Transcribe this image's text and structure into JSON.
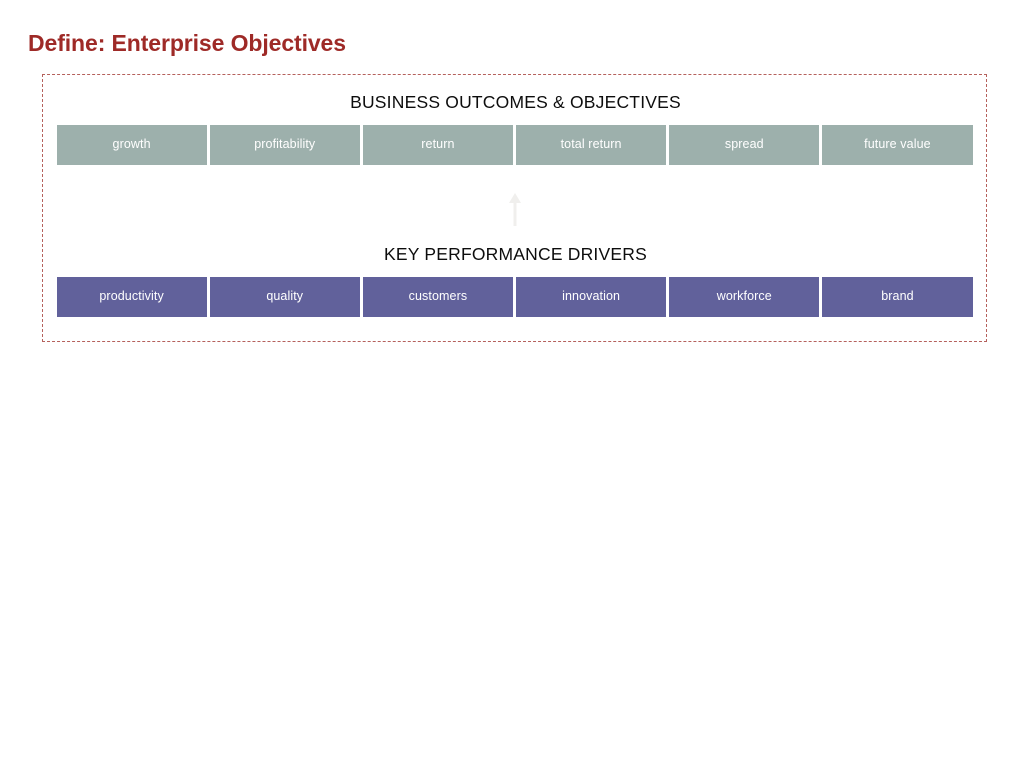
{
  "slide": {
    "title": "Define: Enterprise Objectives",
    "title_color": "#9e2a27",
    "frame_border_color": "#b5615c"
  },
  "diagram": {
    "sections": [
      {
        "id": "business-outcomes",
        "heading": "BUSINESS OUTCOMES & OBJECTIVES",
        "box_color": "#9db0ac",
        "boxes": [
          {
            "label": "growth"
          },
          {
            "label": "profitability"
          },
          {
            "label": "return"
          },
          {
            "label": "total return"
          },
          {
            "label": "spread"
          },
          {
            "label": "future value"
          }
        ]
      },
      {
        "id": "key-performance-drivers",
        "heading": "KEY PERFORMANCE DRIVERS",
        "box_color": "#61619b",
        "boxes": [
          {
            "label": "productivity"
          },
          {
            "label": "quality"
          },
          {
            "label": "customers"
          },
          {
            "label": "innovation"
          },
          {
            "label": "workforce"
          },
          {
            "label": "brand"
          }
        ]
      }
    ],
    "connector": {
      "icon": "arrow-up-icon",
      "color": "#f0efed",
      "direction": "up"
    }
  }
}
